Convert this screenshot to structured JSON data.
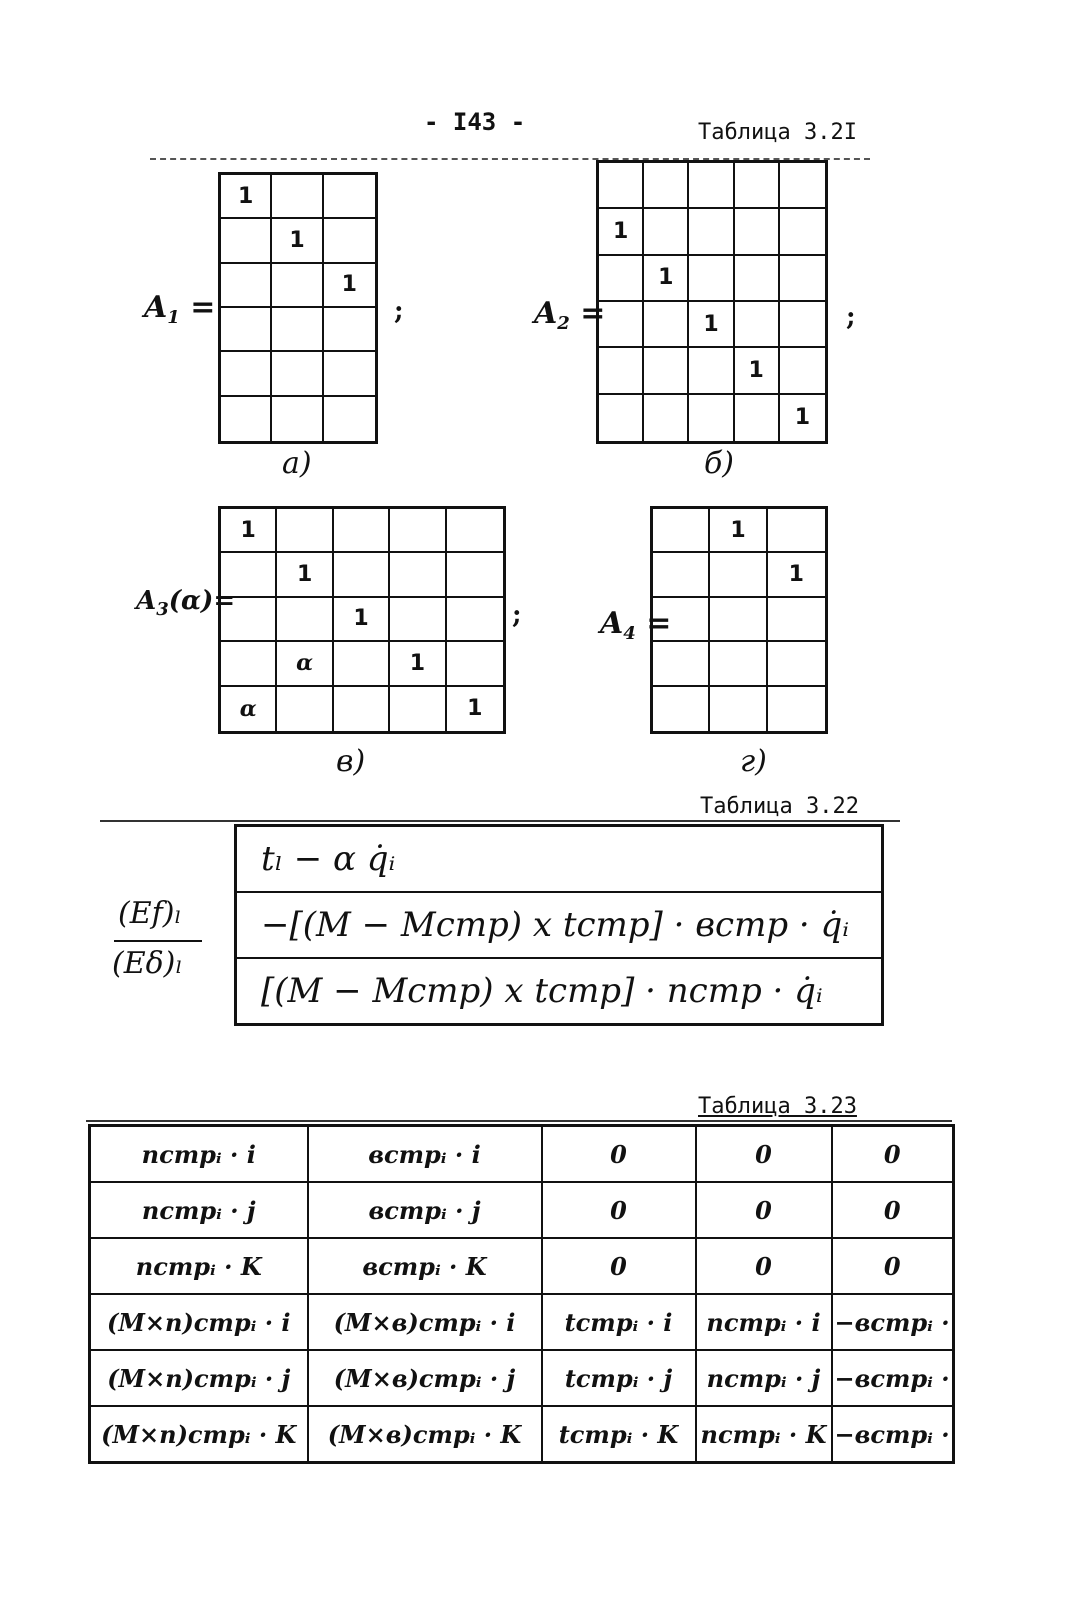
{
  "page_number": "- I43 -",
  "table_3_21": {
    "caption": "Таблица 3.2I",
    "matrices": [
      {
        "label": "A",
        "label_sub": "1",
        "label_suffix": " =",
        "trailing": ";",
        "sublabel": "а)",
        "rows": [
          [
            "1",
            "",
            ""
          ],
          [
            "",
            "1",
            ""
          ],
          [
            "",
            "",
            "1"
          ],
          [
            "",
            "",
            ""
          ],
          [
            "",
            "",
            ""
          ],
          [
            "",
            "",
            ""
          ]
        ]
      },
      {
        "label": "A",
        "label_sub": "2",
        "label_suffix": " =",
        "trailing": ";",
        "sublabel": "б)",
        "rows": [
          [
            "",
            "",
            "",
            "",
            ""
          ],
          [
            "1",
            "",
            "",
            "",
            ""
          ],
          [
            "",
            "1",
            "",
            "",
            ""
          ],
          [
            "",
            "",
            "1",
            "",
            ""
          ],
          [
            "",
            "",
            "",
            "1",
            ""
          ],
          [
            "",
            "",
            "",
            "",
            "1"
          ]
        ]
      },
      {
        "label": "A",
        "label_sub": "3",
        "label_suffix": "(α)=",
        "trailing": ";",
        "sublabel": "в)",
        "rows": [
          [
            "1",
            "",
            "",
            "",
            ""
          ],
          [
            "",
            "1",
            "",
            "",
            ""
          ],
          [
            "",
            "",
            "1",
            "",
            ""
          ],
          [
            "",
            "α",
            "",
            "1",
            ""
          ],
          [
            "α",
            "",
            "",
            "",
            "1"
          ]
        ]
      },
      {
        "label": "A",
        "label_sub": "4",
        "label_suffix": " =",
        "trailing": "",
        "sublabel": "г)",
        "rows": [
          [
            "",
            "1",
            ""
          ],
          [
            "",
            "",
            "1"
          ],
          [
            "",
            "",
            ""
          ],
          [
            "",
            "",
            ""
          ],
          [
            "",
            "",
            ""
          ]
        ]
      }
    ]
  },
  "table_3_22": {
    "caption": "Таблица 3.22",
    "fraction_numerator": "(Ef)ₗ",
    "fraction_denominator": "(Eδ)ₗ",
    "rows": [
      "tₗ − α q̇ᵢ",
      "−[(M − Mстр) x tстр] · встр · q̇ᵢ",
      "[(M − Mстр) x tстр] · пстр · q̇ᵢ"
    ]
  },
  "table_3_23": {
    "caption": "Таблица 3.23",
    "rows": [
      [
        "пстрᵢ · i",
        "встрᵢ · i",
        "0",
        "0",
        "0"
      ],
      [
        "пстрᵢ · j",
        "встрᵢ · j",
        "0",
        "0",
        "0"
      ],
      [
        "пстрᵢ · K",
        "встрᵢ · K",
        "0",
        "0",
        "0"
      ],
      [
        "(M×п)стрᵢ · i",
        "(M×в)стрᵢ · i",
        "tстрᵢ · i",
        "пстрᵢ · i",
        "−встрᵢ · i"
      ],
      [
        "(M×п)стрᵢ · j",
        "(M×в)стрᵢ · j",
        "tстрᵢ · j",
        "пстрᵢ · j",
        "−встрᵢ · j"
      ],
      [
        "(M×п)стрᵢ · K",
        "(M×в)стрᵢ · K",
        "tстрᵢ · K",
        "пстрᵢ · K",
        "−встрᵢ · K"
      ]
    ]
  }
}
